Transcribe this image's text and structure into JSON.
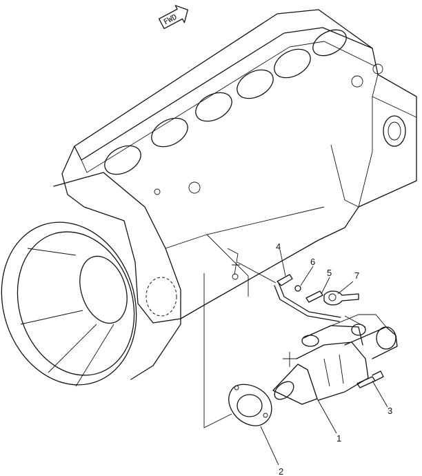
{
  "direction_badge": {
    "label": "FWD",
    "icon": "arrow-right-icon"
  },
  "callouts": [
    {
      "id": "1",
      "label": "1"
    },
    {
      "id": "2",
      "label": "2"
    },
    {
      "id": "3",
      "label": "3"
    },
    {
      "id": "4",
      "label": "4"
    },
    {
      "id": "5",
      "label": "5"
    },
    {
      "id": "6",
      "label": "6"
    },
    {
      "id": "7",
      "label": "7"
    }
  ]
}
